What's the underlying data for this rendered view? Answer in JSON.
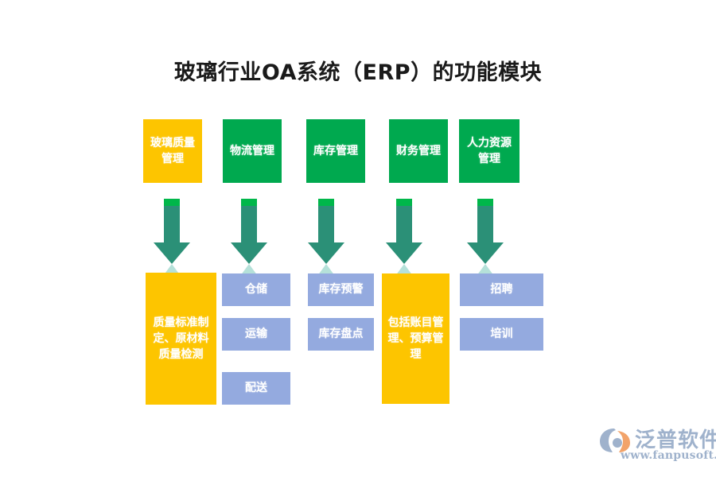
{
  "diagram": {
    "title": "玻璃行业OA系统（ERP）的功能模块",
    "type": "flowchart",
    "background": "#ffffff",
    "colors": {
      "yellow": "#FDC500",
      "green": "#00A94F",
      "blue": "#94AADF",
      "arrow_shaft": "#2B9077",
      "arrow_cap": "#00B74A",
      "arrow_reflection": "#78C8B9",
      "title_text": "#1a1a1a",
      "box_text": "#ffffff"
    },
    "columns": [
      {
        "id": "quality",
        "top": {
          "label": "玻璃质量管理",
          "color": "yellow"
        },
        "arrow": true,
        "children": [
          {
            "label": "质量标准制定、原材料质量检测",
            "color": "yellow",
            "tall": true
          }
        ]
      },
      {
        "id": "logistics",
        "top": {
          "label": "物流管理",
          "color": "green"
        },
        "arrow": true,
        "children": [
          {
            "label": "仓储",
            "color": "blue"
          },
          {
            "label": "运输",
            "color": "blue"
          },
          {
            "label": "配送",
            "color": "blue"
          }
        ]
      },
      {
        "id": "inventory",
        "top": {
          "label": "库存管理",
          "color": "green"
        },
        "arrow": true,
        "children": [
          {
            "label": "库存预警",
            "color": "blue"
          },
          {
            "label": "库存盘点",
            "color": "blue"
          }
        ]
      },
      {
        "id": "finance",
        "top": {
          "label": "财务管理",
          "color": "green"
        },
        "arrow": true,
        "children": [
          {
            "label": "包括账目管理、预算管理",
            "color": "yellow",
            "tall": true
          }
        ]
      },
      {
        "id": "hr",
        "top": {
          "label": "人力资源管理",
          "color": "green"
        },
        "arrow": true,
        "children": [
          {
            "label": "招聘",
            "color": "blue"
          },
          {
            "label": "培训",
            "color": "blue"
          }
        ]
      }
    ]
  },
  "watermark": {
    "brand": "泛普软件",
    "url": "www.fanpusoft.com",
    "logo_icon": "fanpu-logo-icon"
  }
}
